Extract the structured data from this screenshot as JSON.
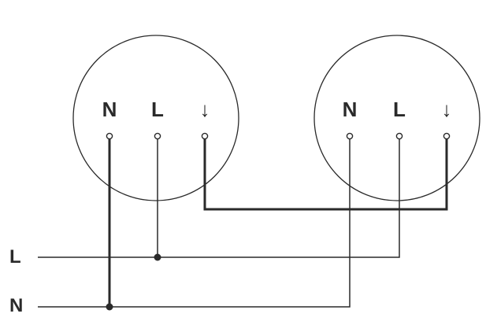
{
  "fixture_left": {
    "terminals": [
      {
        "label": "N"
      },
      {
        "label": "L"
      },
      {
        "label": "↓"
      }
    ]
  },
  "fixture_right": {
    "terminals": [
      {
        "label": "N"
      },
      {
        "label": "L"
      },
      {
        "label": "↓"
      }
    ]
  },
  "supply": {
    "live_label": "L",
    "neutral_label": "N"
  },
  "colors": {
    "line": "#2a2a2a",
    "background": "#ffffff"
  }
}
